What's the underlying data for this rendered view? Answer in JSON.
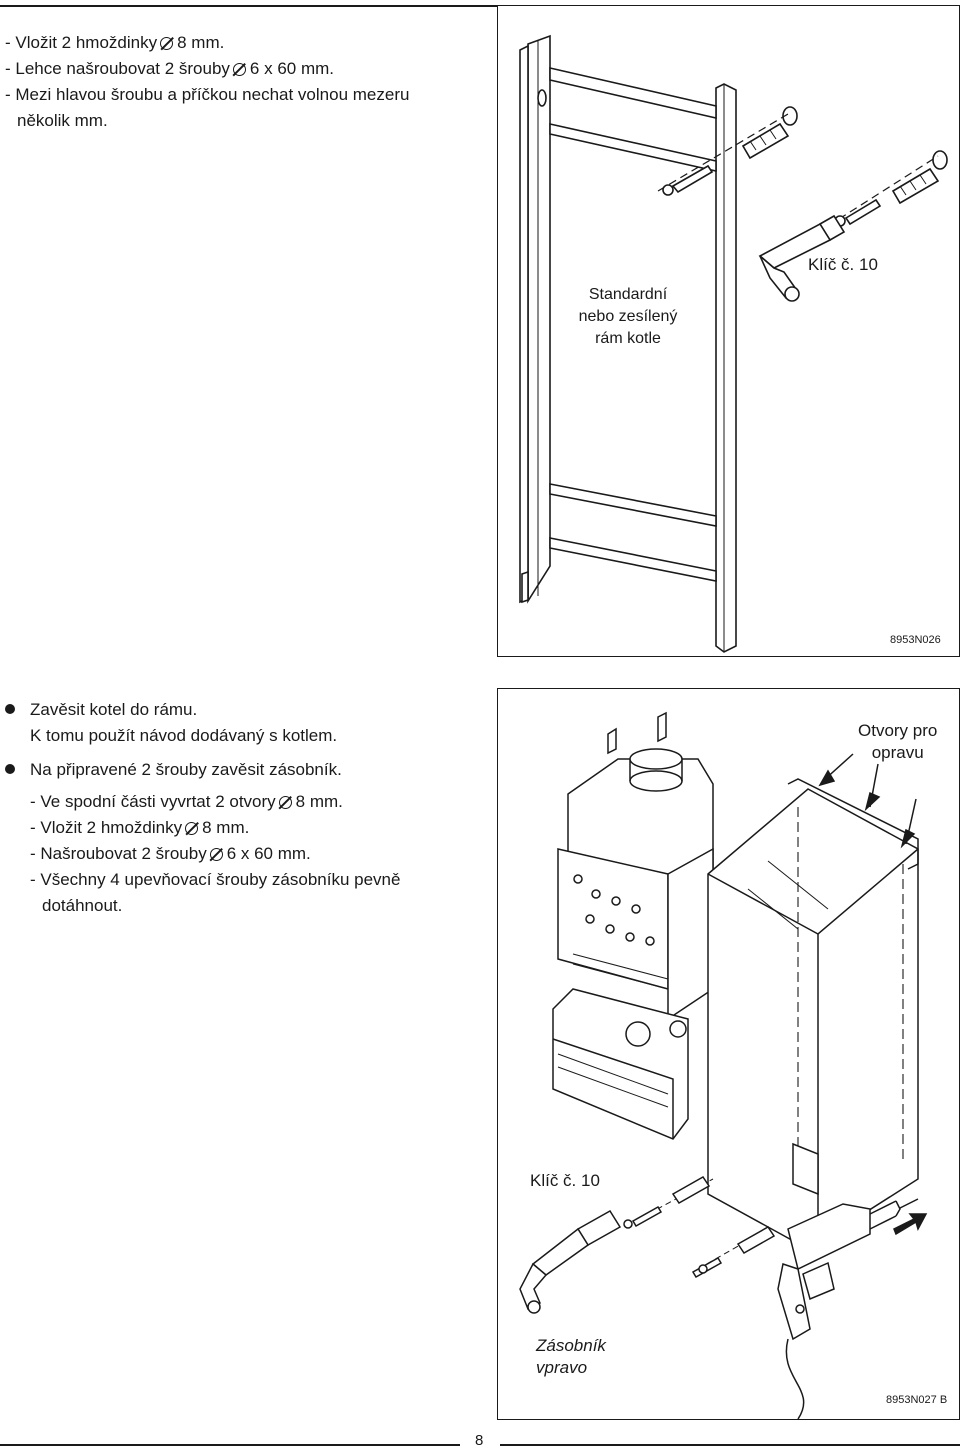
{
  "page": {
    "number": "8"
  },
  "section1": {
    "steps": [
      {
        "text_before": "- Vložit 2 hmoždinky",
        "text_after": "8 mm.",
        "diameter": true
      },
      {
        "text_before": "- Lehce našroubovat 2 šrouby",
        "text_after": "6 x 60 mm.",
        "diameter": true
      },
      {
        "text_before": "- Mezi hlavou šroubu a příčkou nechat volnou mezeru",
        "text_after": "",
        "diameter": false
      },
      {
        "text_before": "  několik mm.",
        "text_after": "",
        "diameter": false
      }
    ],
    "figure": {
      "frame_label": [
        "Standardní",
        "nebo zesílený",
        "rám kotle"
      ],
      "key_label": "Klíč č. 10",
      "code": "8953N026"
    }
  },
  "section2": {
    "bullets": [
      {
        "lines": [
          "Zavěsit kotel do rámu.",
          "K tomu použít návod dodávaný s kotlem."
        ]
      },
      {
        "lines": [
          "Na připravené 2 šrouby zavěsit zásobník."
        ]
      }
    ],
    "steps": [
      {
        "text_before": "- Ve spodní části vyvrtat 2 otvory",
        "text_after": "8 mm.",
        "diameter": true
      },
      {
        "text_before": "- Vložit 2 hmoždinky",
        "text_after": "8 mm.",
        "diameter": true
      },
      {
        "text_before": "- Našroubovat 2 šrouby",
        "text_after": "6 x 60 mm.",
        "diameter": true
      },
      {
        "text_before": "- Všechny 4 upevňovací šrouby zásobníku pevně",
        "text_after": "",
        "diameter": false
      },
      {
        "text_before": "  dotáhnout.",
        "text_after": "",
        "diameter": false
      }
    ],
    "figure": {
      "holes_label": [
        "Otvory pro",
        "opravu"
      ],
      "key_label": "Klíč č. 10",
      "tank_label": [
        "Zásobník",
        "vpravo"
      ],
      "code": "8953N027 B"
    }
  }
}
